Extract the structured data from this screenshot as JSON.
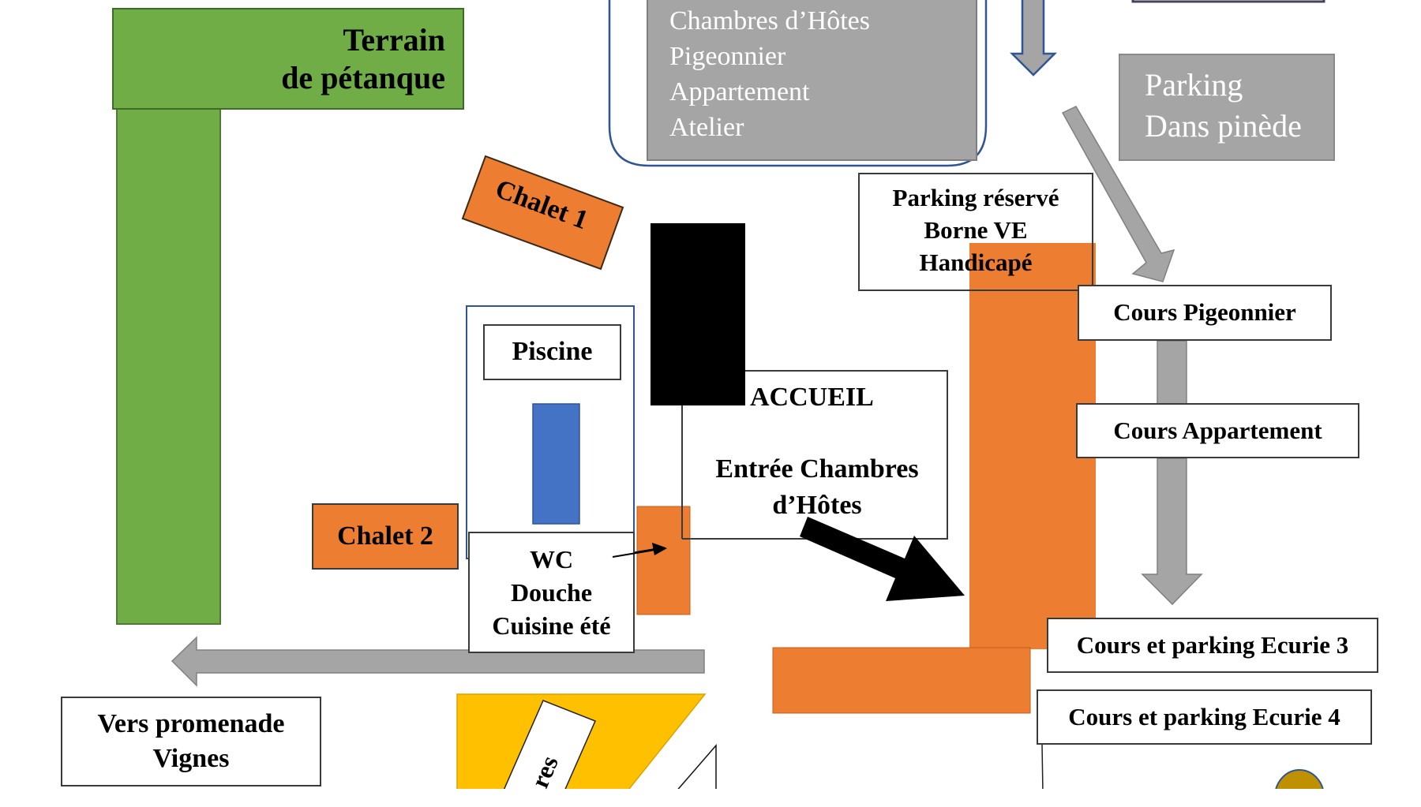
{
  "colors": {
    "green": "#70ad47",
    "orange": "#ed7d31",
    "grey": "#a5a5a5",
    "blue": "#4472c4",
    "dark_blue_outline": "#2f5597",
    "yellow": "#ffc000",
    "gold": "#bf9000",
    "black": "#000000"
  },
  "petanque": {
    "lines": [
      "Terrain",
      "de pétanque"
    ]
  },
  "buildings_list": {
    "lines": [
      "Chambres d’Hôtes",
      "Pigeonnier",
      "Appartement",
      "Atelier"
    ]
  },
  "parking_pinede": {
    "lines": [
      "Parking",
      "Dans pinède"
    ]
  },
  "chalet1": {
    "label": "Chalet 1"
  },
  "chalet2": {
    "label": "Chalet 2"
  },
  "piscine": {
    "label": "Piscine"
  },
  "wc": {
    "lines": [
      "WC",
      "Douche",
      "Cuisine été"
    ]
  },
  "accueil": {
    "title": "ACCUEIL",
    "lines": [
      "Entrée Chambres",
      "d’Hôtes"
    ]
  },
  "parking_reserve": {
    "lines": [
      "Parking réservé",
      "Borne VE",
      "Handicapé"
    ]
  },
  "cours_pigeonnier": {
    "label": "Cours Pigeonnier"
  },
  "cours_appartement": {
    "label": "Cours Appartement"
  },
  "cours_ecurie3": {
    "label": "Cours et parking Ecurie 3"
  },
  "cours_ecurie4": {
    "label": "Cours et parking Ecurie 4"
  },
  "promenade": {
    "lines": [
      "Vers promenade",
      "Vignes"
    ]
  },
  "rotated_label": {
    "label": "res"
  }
}
